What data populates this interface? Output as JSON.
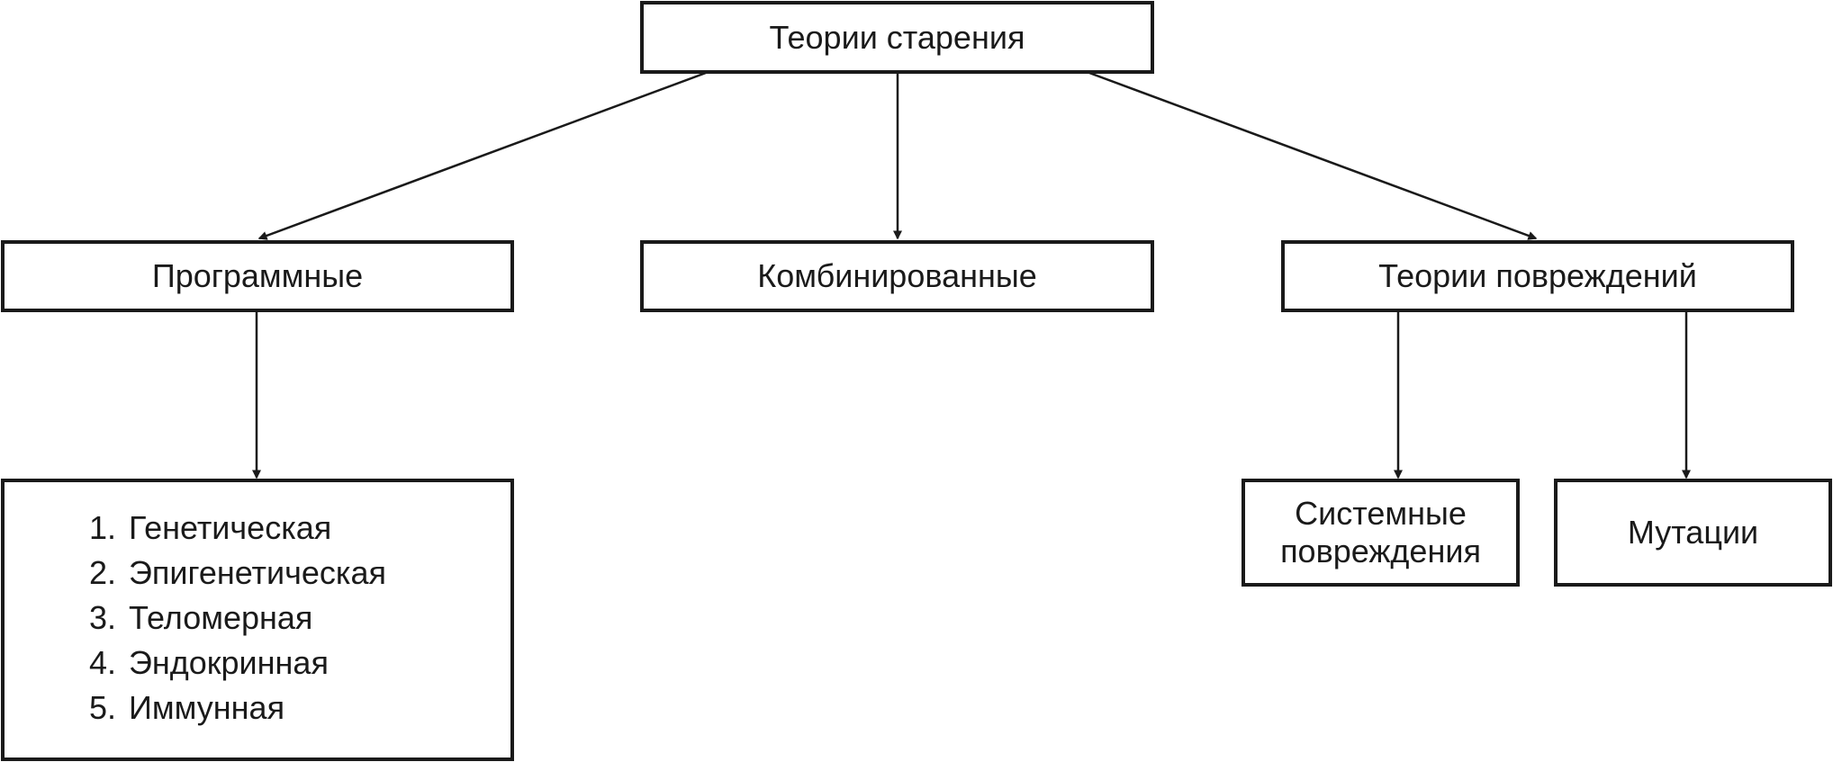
{
  "diagram": {
    "root": {
      "label": "Теории старения"
    },
    "branches": {
      "programmed": {
        "label": "Программные"
      },
      "combined": {
        "label": "Комбинированные"
      },
      "damage": {
        "label": "Теории повреждений"
      }
    },
    "programmed_list": [
      {
        "number": "1.",
        "label": "Генетическая"
      },
      {
        "number": "2.",
        "label": "Эпигенетическая"
      },
      {
        "number": "3.",
        "label": "Теломерная"
      },
      {
        "number": "4.",
        "label": "Эндокринная"
      },
      {
        "number": "5.",
        "label": "Иммунная"
      }
    ],
    "damage_children": {
      "systemic": {
        "line1": "Системные",
        "line2": "повреждения"
      },
      "mutations": {
        "label": "Мутации"
      }
    }
  },
  "style": {
    "line_color": "#1a1a1a",
    "fill_color": "#ffffff"
  }
}
